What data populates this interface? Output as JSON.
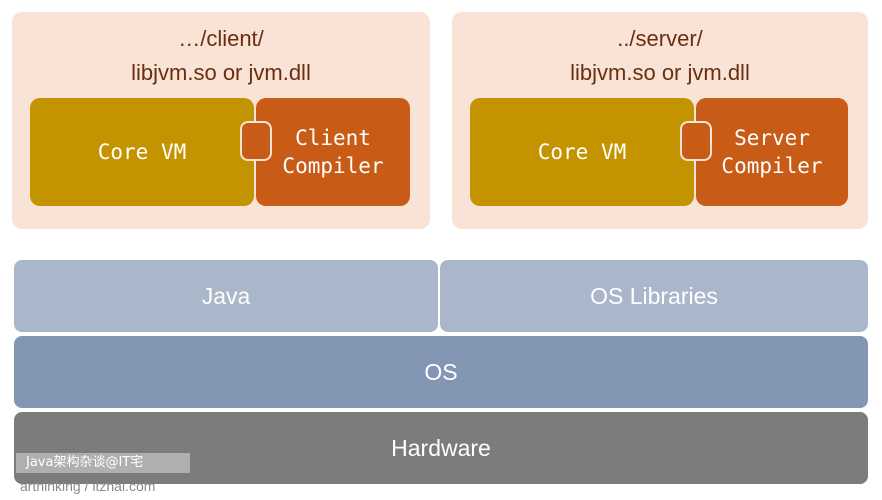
{
  "client_panel": {
    "path": "…/client/",
    "lib": "libjvm.so or jvm.dll",
    "core": "Core VM",
    "compiler": "Client\nCompiler"
  },
  "server_panel": {
    "path": "../server/",
    "lib": "libjvm.so or jvm.dll",
    "core": "Core VM",
    "compiler": "Server\nCompiler"
  },
  "layers": {
    "java": "Java",
    "os_libraries": "OS Libraries",
    "os": "OS",
    "hardware": "Hardware"
  },
  "watermark": {
    "line1": "Java架构杂谈@IT宅",
    "line2": "arthinking / itzhai.com"
  },
  "colors": {
    "panel_bg": "#f9e2d6",
    "core_vm": "#c49400",
    "compiler": "#c85c17",
    "java_layer": "#aab6c9",
    "os_layer": "#8397b4",
    "hardware_layer": "#7c7c7c"
  }
}
